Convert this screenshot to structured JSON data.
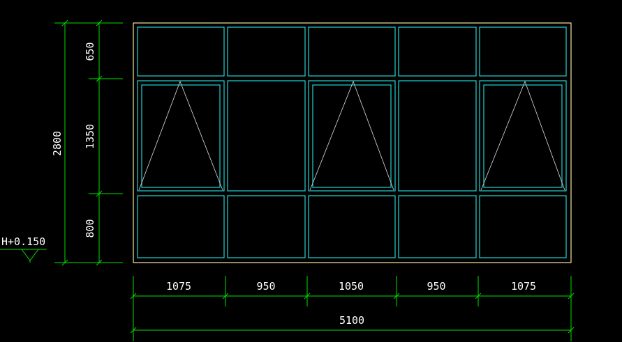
{
  "drawing": {
    "background": "#000000",
    "colors": {
      "outer_frame": "#f2e6a0",
      "pane": "#22d3d3",
      "opening_lines": "#c8c8c8",
      "dimension": "#00e000",
      "text": "#ffffff"
    },
    "horizontal_dims": {
      "segments": [
        "1075",
        "950",
        "1050",
        "950",
        "1075"
      ],
      "total": "5100"
    },
    "vertical_dims": {
      "segments_top_to_bottom": [
        "650",
        "1350",
        "800"
      ],
      "total": "2800"
    },
    "elevation_mark": "H+0.150",
    "operable_sash_columns": [
      1,
      3,
      5
    ]
  }
}
